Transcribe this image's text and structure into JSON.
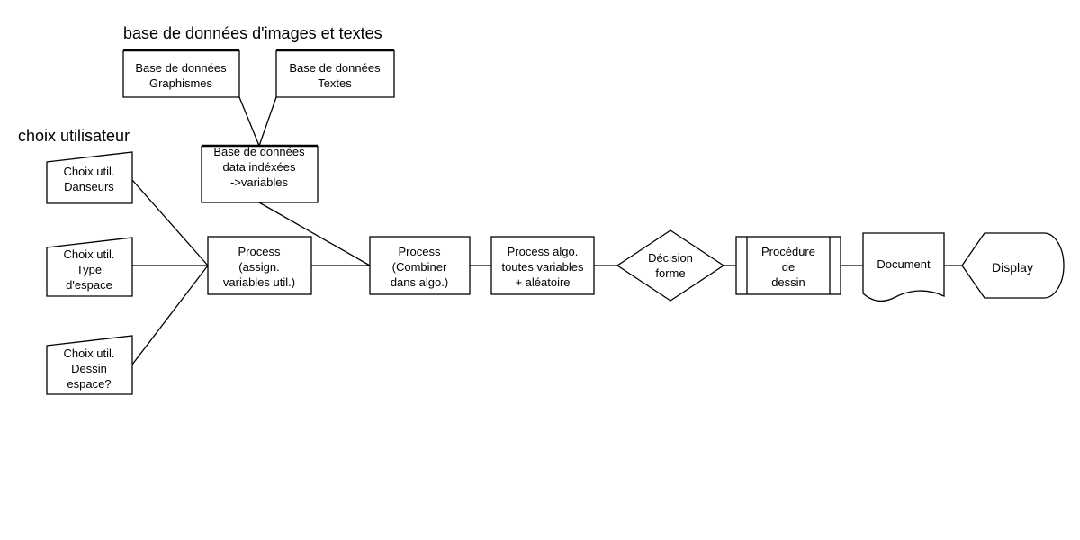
{
  "headings": {
    "database_group": "base de données d'images et textes",
    "user_choice_group": "choix utilisateur"
  },
  "nodes": {
    "db_graphics": [
      "Base de données",
      "Graphismes"
    ],
    "db_texts": [
      "Base de données",
      "Textes"
    ],
    "db_indexed": [
      "Base de données",
      "data indéxées",
      "->variables"
    ],
    "choice_dancers": [
      "Choix util.",
      "Danseurs"
    ],
    "choice_space_type": [
      "Choix util.",
      "Type",
      "d'espace"
    ],
    "choice_space_drawing": [
      "Choix util.",
      "Dessin",
      "espace?"
    ],
    "process_assign": [
      "Process",
      "(assign.",
      "variables util.)"
    ],
    "process_combine": [
      "Process",
      "(Combiner",
      "dans algo.)"
    ],
    "process_algo": [
      "Process algo.",
      "toutes variables",
      "+ aléatoire"
    ],
    "decision_shape": [
      "Décision",
      "forme"
    ],
    "drawing_procedure": [
      "Procédure",
      "de",
      "dessin"
    ],
    "document": [
      "Document"
    ],
    "display": [
      "Display"
    ]
  },
  "colors": {
    "stroke": "#000000",
    "fill": "#ffffff",
    "text": "#000000"
  }
}
